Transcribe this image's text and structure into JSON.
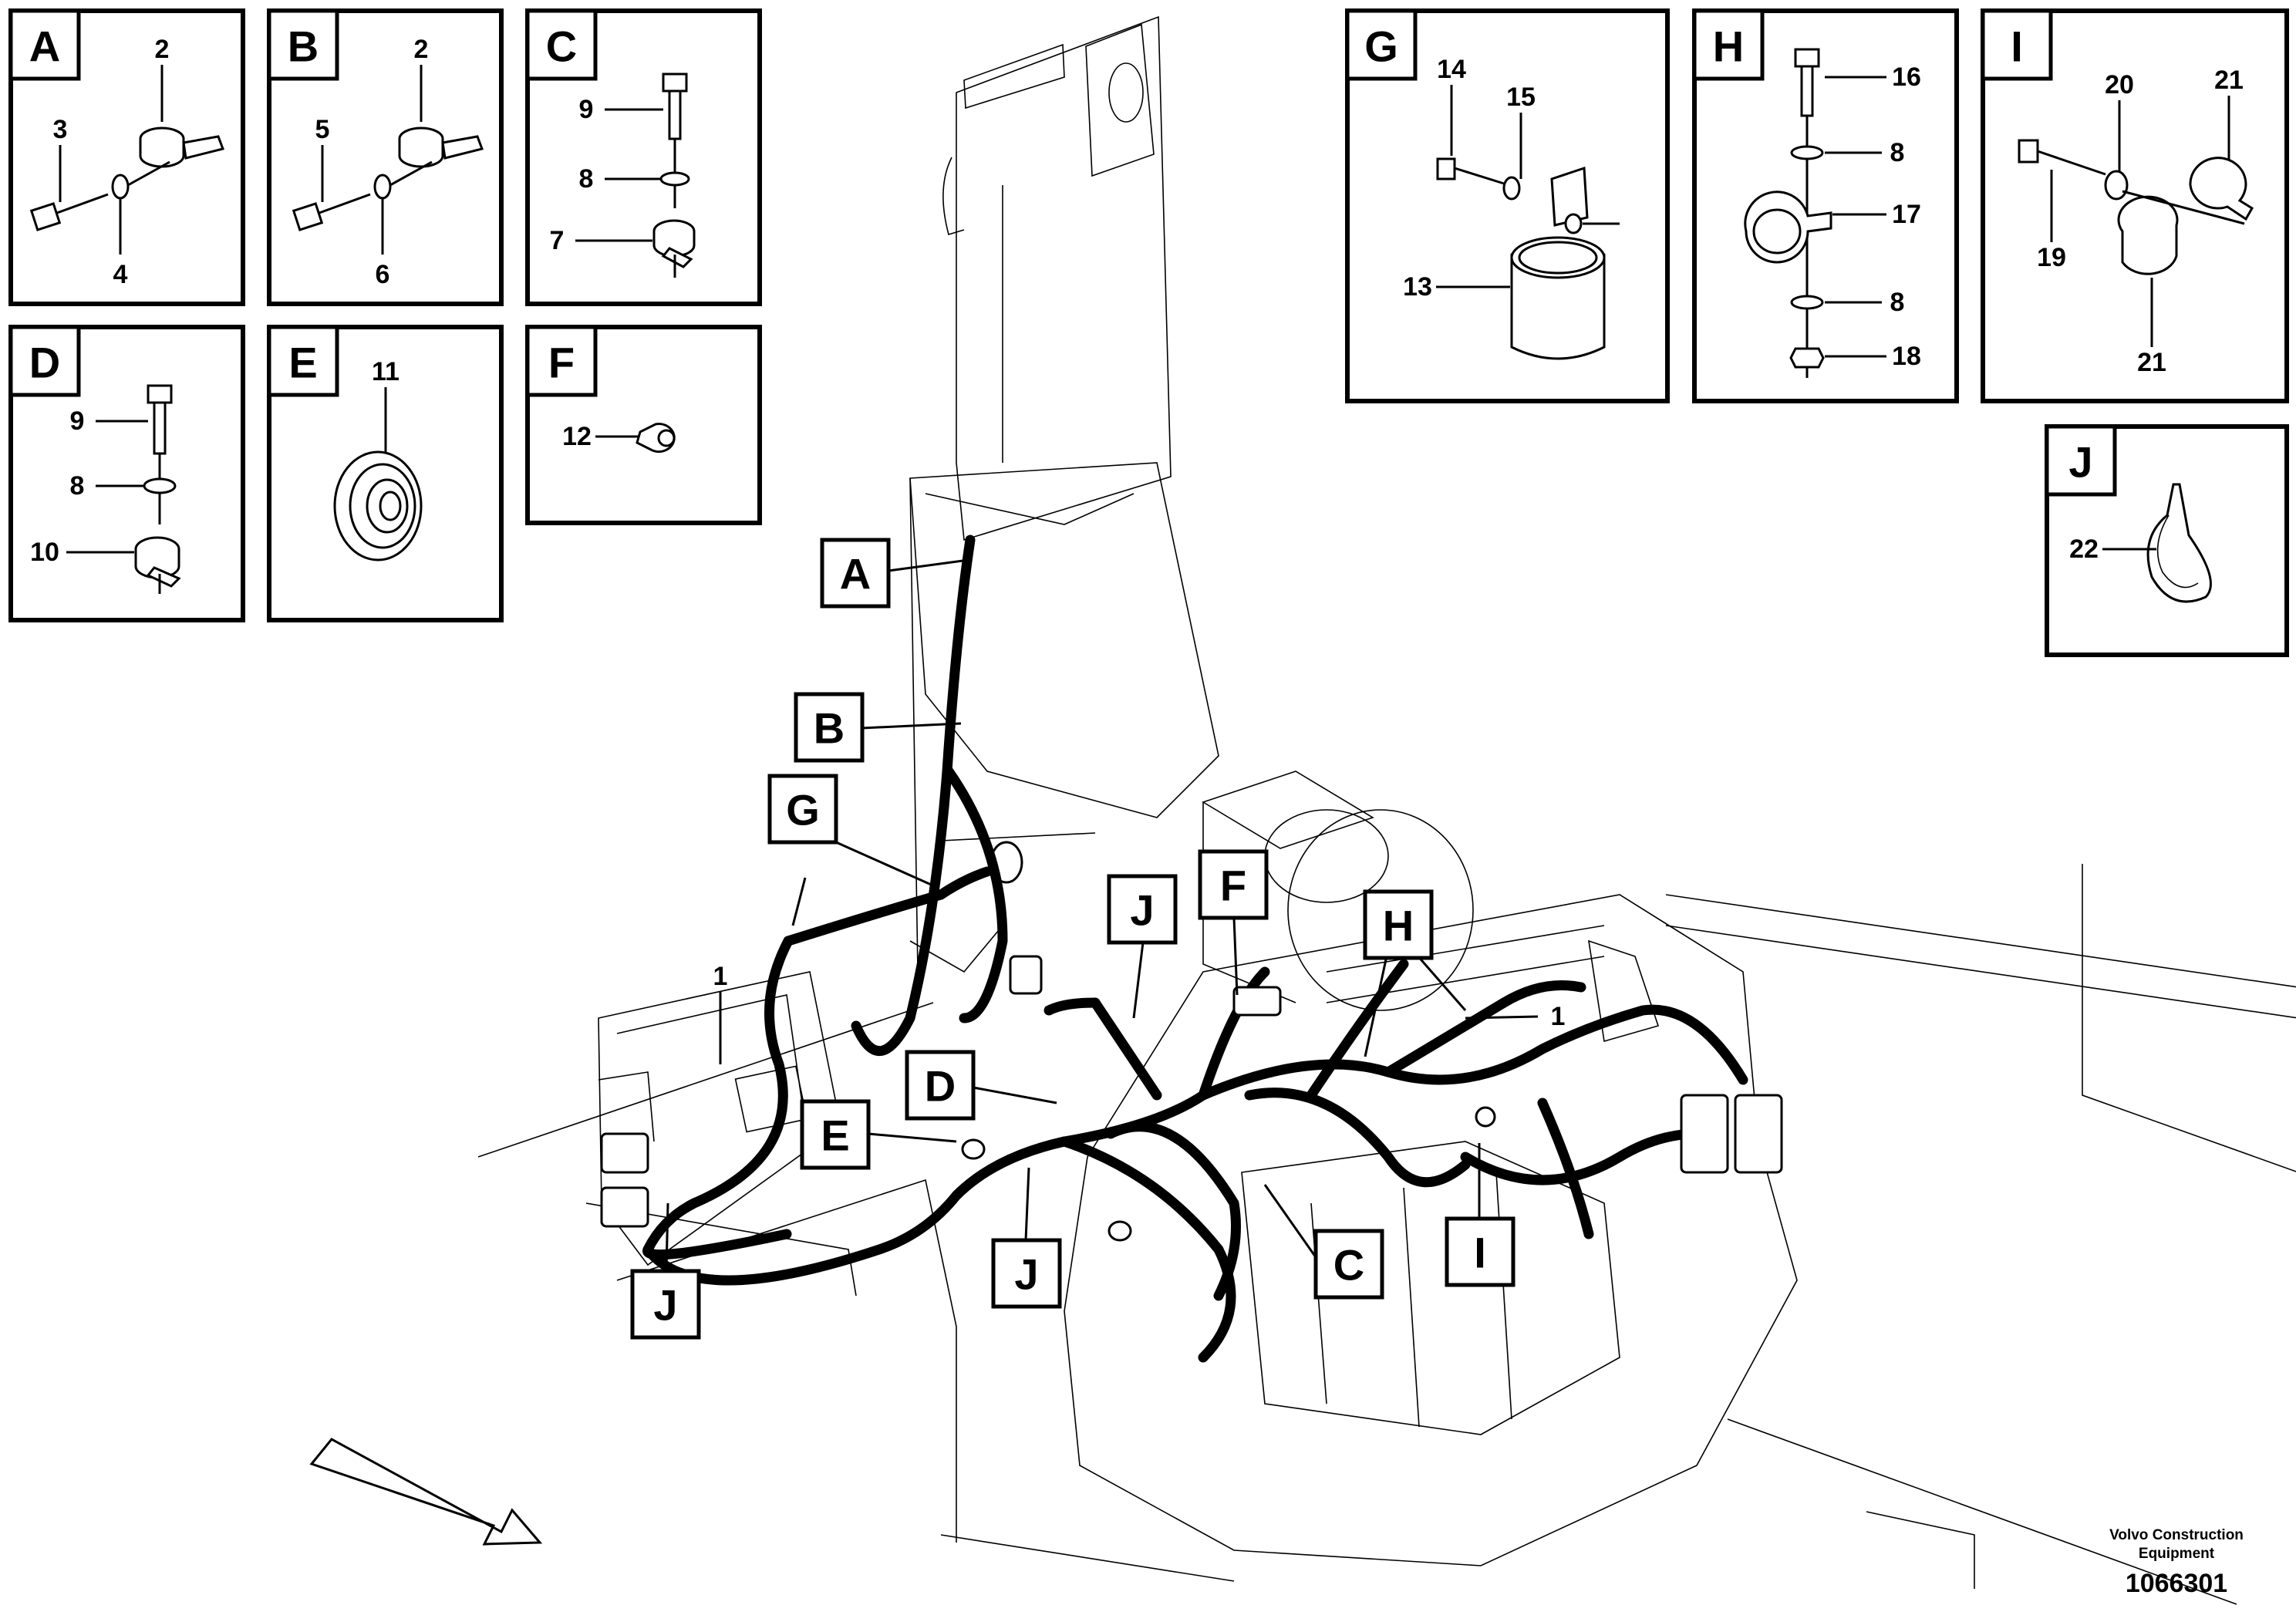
{
  "detail_views": [
    {
      "letter": "A",
      "parts": [
        "2",
        "3",
        "4"
      ]
    },
    {
      "letter": "B",
      "parts": [
        "2",
        "5",
        "6"
      ]
    },
    {
      "letter": "C",
      "parts": [
        "9",
        "8",
        "7"
      ]
    },
    {
      "letter": "D",
      "parts": [
        "9",
        "8",
        "10"
      ]
    },
    {
      "letter": "E",
      "parts": [
        "11"
      ]
    },
    {
      "letter": "F",
      "parts": [
        "12"
      ]
    },
    {
      "letter": "G",
      "parts": [
        "14",
        "15",
        "13"
      ]
    },
    {
      "letter": "H",
      "parts": [
        "16",
        "8",
        "17",
        "8",
        "18"
      ]
    },
    {
      "letter": "I",
      "parts": [
        "20",
        "21",
        "19",
        "21"
      ]
    },
    {
      "letter": "J",
      "parts": [
        "22"
      ]
    }
  ],
  "main_callouts": {
    "A": "A",
    "B": "B",
    "G": "G",
    "J1": "J",
    "F": "F",
    "H": "H",
    "D": "D",
    "E": "E",
    "J2": "J",
    "J3": "J",
    "C": "C",
    "I": "I",
    "part1_left": "1",
    "part1_right": "1"
  },
  "footer": {
    "company_line1": "Volvo Construction",
    "company_line2": "Equipment",
    "doc_number": "1066301"
  }
}
